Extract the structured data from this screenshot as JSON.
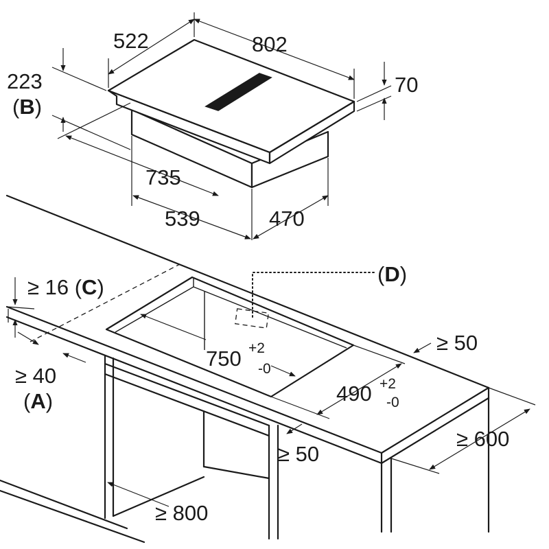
{
  "hob_dimensions": {
    "depth": "522",
    "width": "802",
    "total_height": "223",
    "total_height_ref": "B",
    "top_thickness": "70",
    "body_width": "735",
    "body_height": "539",
    "body_depth": "470"
  },
  "cutout": {
    "width": "750",
    "width_tol_plus": "+2",
    "width_tol_minus": "-0",
    "depth": "490",
    "depth_tol_plus": "+2",
    "depth_tol_minus": "-0",
    "min_rear_distance": "≥ 50",
    "min_front_distance": "≥ 50",
    "min_side_distance": "≥ 40",
    "min_side_distance_ref": "A",
    "worktop_thickness": "≥ 16",
    "worktop_thickness_ref": "C",
    "min_worktop_depth": "≥ 600",
    "min_cabinet_width": "≥ 800",
    "detail_ref": "D"
  },
  "colors": {
    "line": "#1a1a1a",
    "background": "#ffffff"
  }
}
